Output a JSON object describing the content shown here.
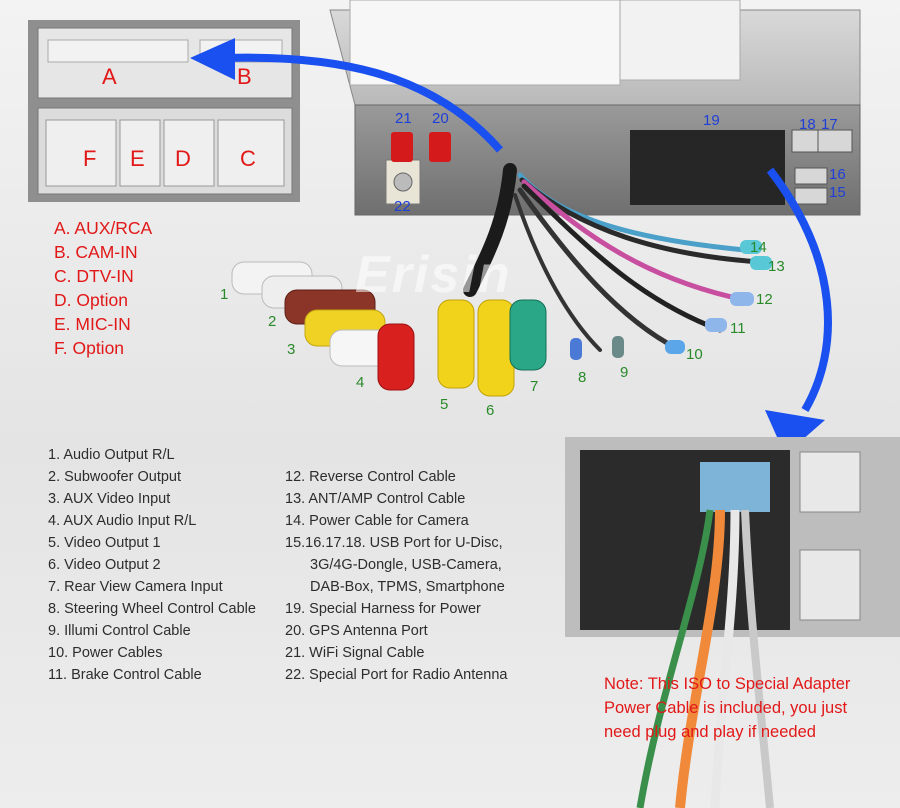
{
  "connector_labels": {
    "a": "A",
    "b": "B",
    "c": "C",
    "d": "D",
    "e": "E",
    "f": "F"
  },
  "connector_legend": [
    "A. AUX/RCA",
    "B. CAM-IN",
    "C. DTV-IN",
    "D. Option",
    "E. MIC-IN",
    "F. Option"
  ],
  "brand": "Erisin",
  "cable_numbers": {
    "n1": "1",
    "n2": "2",
    "n3": "3",
    "n4": "4",
    "n5": "5",
    "n6": "6",
    "n7": "7",
    "n8": "8",
    "n9": "9",
    "n10": "10",
    "n11": "11",
    "n12": "12",
    "n13": "13",
    "n14": "14"
  },
  "port_numbers": {
    "p15": "15",
    "p16": "16",
    "p17": "17",
    "p18": "18",
    "p19": "19",
    "p20": "20",
    "p21": "21",
    "p22": "22"
  },
  "legend_left": [
    "1. Audio Output R/L",
    "2. Subwoofer Output",
    "3. AUX Video Input",
    "4. AUX Audio Input R/L",
    "5. Video Output 1",
    "6. Video Output 2",
    "7. Rear View Camera Input",
    "8. Steering Wheel Control Cable",
    "9. Illumi Control Cable",
    "10. Power Cables",
    "11. Brake Control Cable"
  ],
  "legend_right": [
    "12. Reverse Control Cable",
    "13. ANT/AMP Control Cable",
    "14. Power Cable for Camera",
    "15.16.17.18. USB Port for U-Disc,",
    "3G/4G-Dongle, USB-Camera,",
    "DAB-Box, TPMS, Smartphone",
    "19. Special Harness for Power",
    "20. GPS Antenna Port",
    "21. WiFi Signal Cable",
    "22. Special Port for Radio Antenna"
  ],
  "note": [
    "Note: This ISO to Special Adapter",
    "Power Cable is included, you just",
    "need plug and play if needed"
  ],
  "colors": {
    "label_red": "#e21818",
    "number_green": "#2a8a2a",
    "number_blue": "#1f3fd8",
    "arrow_blue": "#1a4ff0"
  }
}
